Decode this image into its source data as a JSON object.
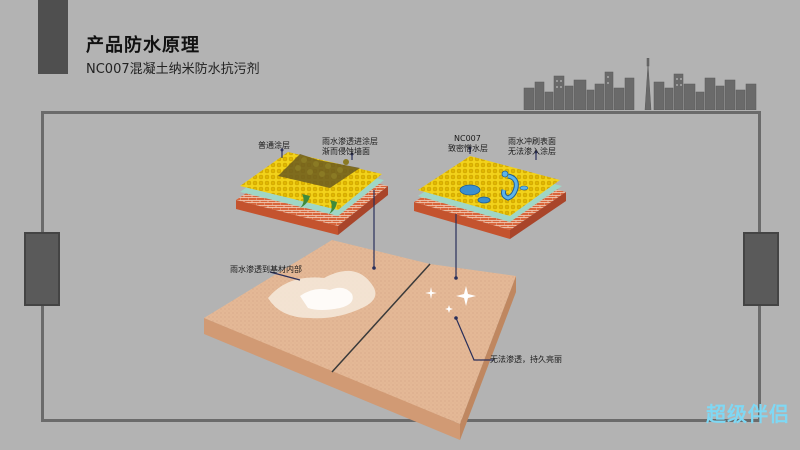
{
  "header": {
    "title": "产品防水原理",
    "subtitle": "NC007混凝土纳米防水抗污剂"
  },
  "labels": {
    "ordinary_coating": "普通涂层",
    "rain_penetrate_1": "雨水渗透进涂层",
    "rain_penetrate_2": "渐而侵蚀墙面",
    "nc007_1": "NC007",
    "nc007_2": "致密憎水层",
    "rain_wash_1": "雨水冲刷表面",
    "rain_wash_2": "无法渗入涂层",
    "substrate": "雨水渗透到基材内部",
    "durable": "无法渗透，持久亮丽"
  },
  "watermark": "超级伴侣",
  "colors": {
    "background": "#b3b3b3",
    "frame": "#6b6b6b",
    "brick": "#d9653b",
    "coating": "#f2d21a",
    "slab": "#e4b896",
    "accent_watermark": "#7fd8f4"
  }
}
